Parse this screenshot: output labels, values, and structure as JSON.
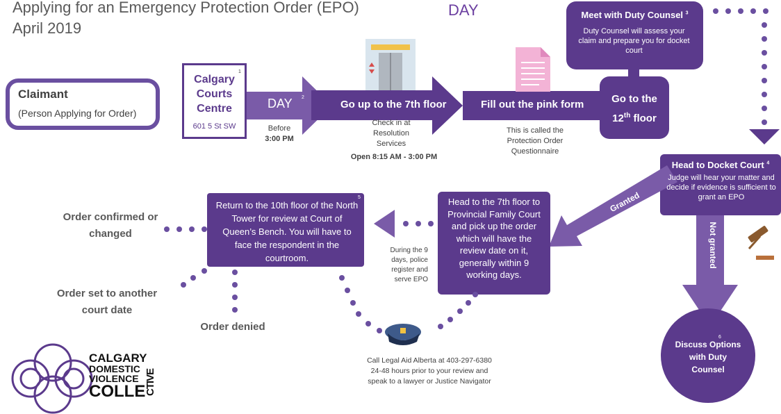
{
  "title": {
    "line1": "Applying for an Emergency Protection Order (EPO)",
    "line2": "April 2019"
  },
  "day_top": "DAY",
  "claimant": {
    "title": "Claimant",
    "subtitle": "(Person Applying for Order)"
  },
  "calgary_courts": {
    "title": "Calgary Courts Centre",
    "superscript": "1",
    "address": "601 5 St SW"
  },
  "day_arrow": {
    "label": "DAY",
    "superscript": "2",
    "note_line1": "Before",
    "note_line2": "3:00 PM"
  },
  "step_7th_floor": {
    "label": "Go up to the 7th floor",
    "note": "Check in at Resolution Services",
    "hours": "Open 8:15 AM - 3:00 PM"
  },
  "step_pink_form": {
    "label": "Fill out the pink form",
    "note": "This is called the Protection Order Questionnaire"
  },
  "step_12th_floor": {
    "label_line1": "Go to the",
    "label_line2a": "12",
    "label_sup": "th",
    "label_line2b": " floor"
  },
  "duty_counsel": {
    "title": "Meet with Duty Counsel",
    "superscript": "3",
    "body": "Duty Counsel will assess your claim and prepare you for docket court"
  },
  "docket_court": {
    "title": "Head to Docket Court",
    "superscript": "4",
    "body": "Judge will hear your matter and decide if evidence is sufficient to grant an EPO"
  },
  "granted_label": "Granted",
  "not_granted_label": "Not granted",
  "discuss": {
    "text": "Discuss Options with Duty Counsel",
    "superscript": "6"
  },
  "provincial": {
    "text": "Head to the 7th floor to Provincial Family Court and pick up the order which will have the review date on it, generally within 9 working days."
  },
  "police_note": "During the 9 days, police register and serve EPO",
  "return_box": {
    "text": "Return to the 10th floor of the North Tower for review at Court of Queen’s Bench. You will have to face the respondent in the courtroom.",
    "superscript": "5"
  },
  "outcomes": {
    "confirmed": "Order confirmed or changed",
    "another_date": "Order set to another court date",
    "denied": "Order denied"
  },
  "legal_aid": "Call Legal Aid Alberta at 403-297-6380 24-48 hours prior to your review and speak to a lawyer or Justice Navigator",
  "logo": {
    "line1": "CALGARY",
    "line2": "DOMESTIC",
    "line3": "VIOLENCE",
    "line4": "COLLE",
    "vertical": "CTIVE"
  },
  "colors": {
    "purple_dark": "#5b3a8c",
    "purple_arrow": "#7a5ba8",
    "purple_light": "#8a6fb8"
  },
  "icons": [
    "elevator-icon",
    "document-icon",
    "police-hat-icon",
    "gavel-icon",
    "logo-rings-icon"
  ]
}
